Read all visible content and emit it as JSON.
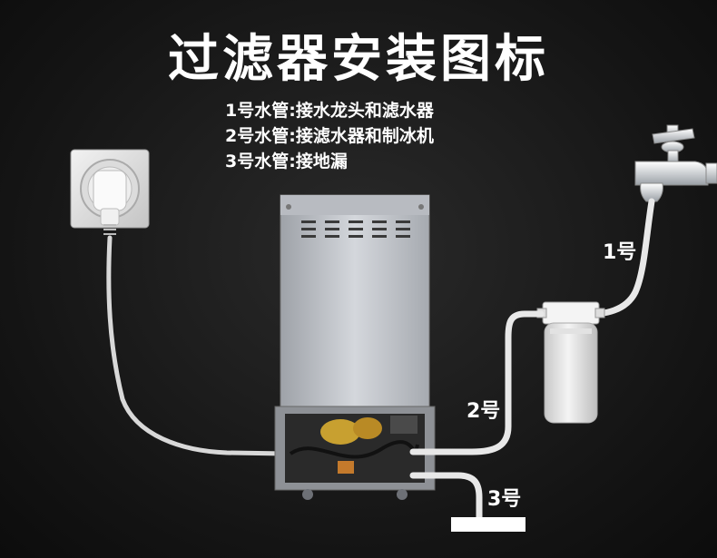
{
  "title": "过滤器安装图标",
  "notes": [
    "1号水管:接水龙头和滤水器",
    "2号水管:接滤水器和制冰机",
    "3号水管:接地漏"
  ],
  "pipe_labels": {
    "pipe1": "1号",
    "pipe2": "2号",
    "pipe3": "3号"
  },
  "colors": {
    "background": "#141414",
    "text": "#ffffff",
    "hose": "#e8e8e8",
    "machine": "#c9ccd2"
  },
  "icons": [
    "power-socket-icon",
    "water-tap-icon",
    "water-filter-icon",
    "ice-machine-icon",
    "floor-drain-icon"
  ]
}
